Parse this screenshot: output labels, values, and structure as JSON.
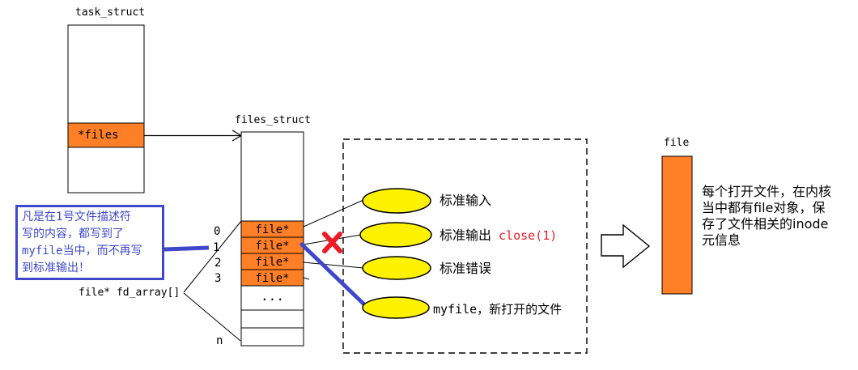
{
  "colors": {
    "orange": "#FF7F27",
    "yellow": "#FFF200",
    "blue": "#3F48CC",
    "red": "#ED1C24",
    "black": "#000000"
  },
  "task_struct": {
    "title": "task_struct",
    "pointer_field": "*files"
  },
  "files_struct": {
    "title": "files_struct",
    "rows": [
      "file*",
      "file*",
      "file*",
      "file*"
    ],
    "ellipsis": "...",
    "indices": [
      "0",
      "1",
      "2",
      "3"
    ],
    "last_index": "n",
    "array_label": "file* fd_array[]"
  },
  "note": {
    "lines": [
      "凡是在1号文件描述符",
      "写的内容，都写到了",
      "myfile当中，而不再写",
      "到标准输出！"
    ]
  },
  "open_files": [
    {
      "label": "标准输入"
    },
    {
      "label": "标准输出",
      "annotation": "close(1)"
    },
    {
      "label": "标准错误"
    },
    {
      "label": "myfile，新打开的文件"
    }
  ],
  "file_object": {
    "title": "file",
    "description": [
      "每个打开文件，在内核",
      "当中都有file对象，保",
      "存了文件相关的inode",
      "元信息"
    ]
  }
}
